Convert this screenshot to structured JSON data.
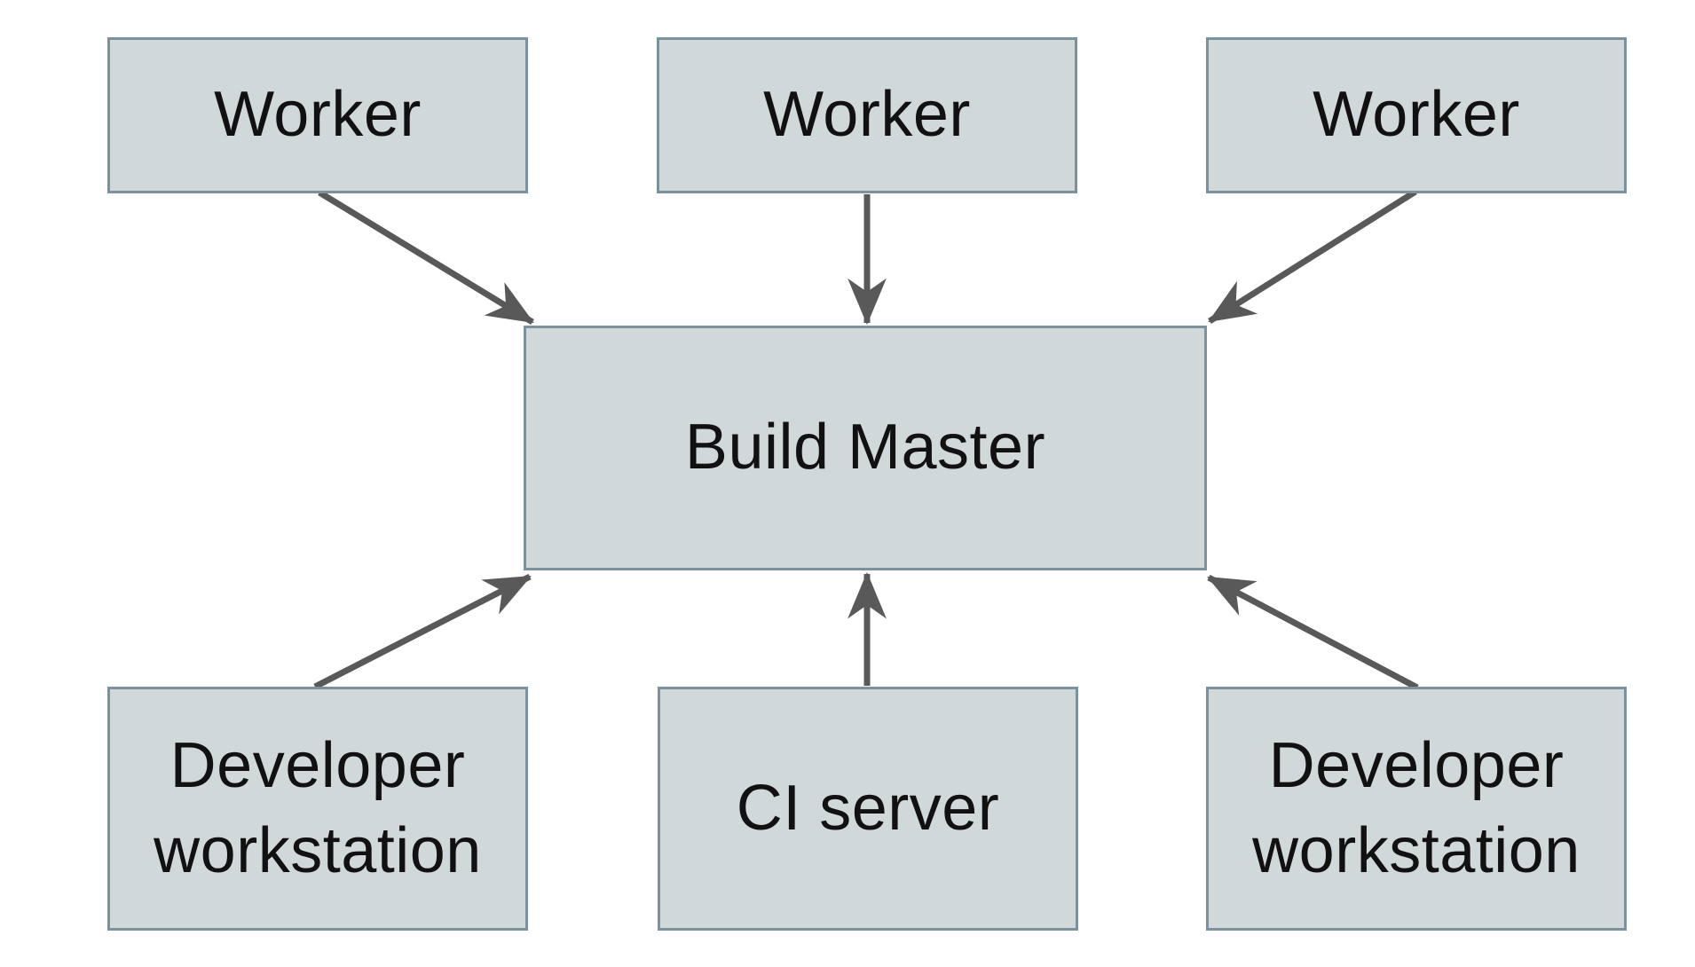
{
  "diagram": {
    "nodes": [
      {
        "id": "worker-1",
        "label": "Worker"
      },
      {
        "id": "worker-2",
        "label": "Worker"
      },
      {
        "id": "worker-3",
        "label": "Worker"
      },
      {
        "id": "build-master",
        "label": "Build Master"
      },
      {
        "id": "dev-workstation-left",
        "label": "Developer workstation"
      },
      {
        "id": "ci-server",
        "label": "CI server"
      },
      {
        "id": "dev-workstation-right",
        "label": "Developer workstation"
      }
    ],
    "edges": [
      {
        "from": "worker-1",
        "to": "build-master"
      },
      {
        "from": "worker-2",
        "to": "build-master"
      },
      {
        "from": "worker-3",
        "to": "build-master"
      },
      {
        "from": "dev-workstation-left",
        "to": "build-master"
      },
      {
        "from": "ci-server",
        "to": "build-master"
      },
      {
        "from": "dev-workstation-right",
        "to": "build-master"
      }
    ],
    "colors": {
      "background": "#ffffff",
      "node_fill": "#d0d8da",
      "node_border": "#7a919e",
      "arrow": "#595959",
      "text": "#111111"
    }
  }
}
